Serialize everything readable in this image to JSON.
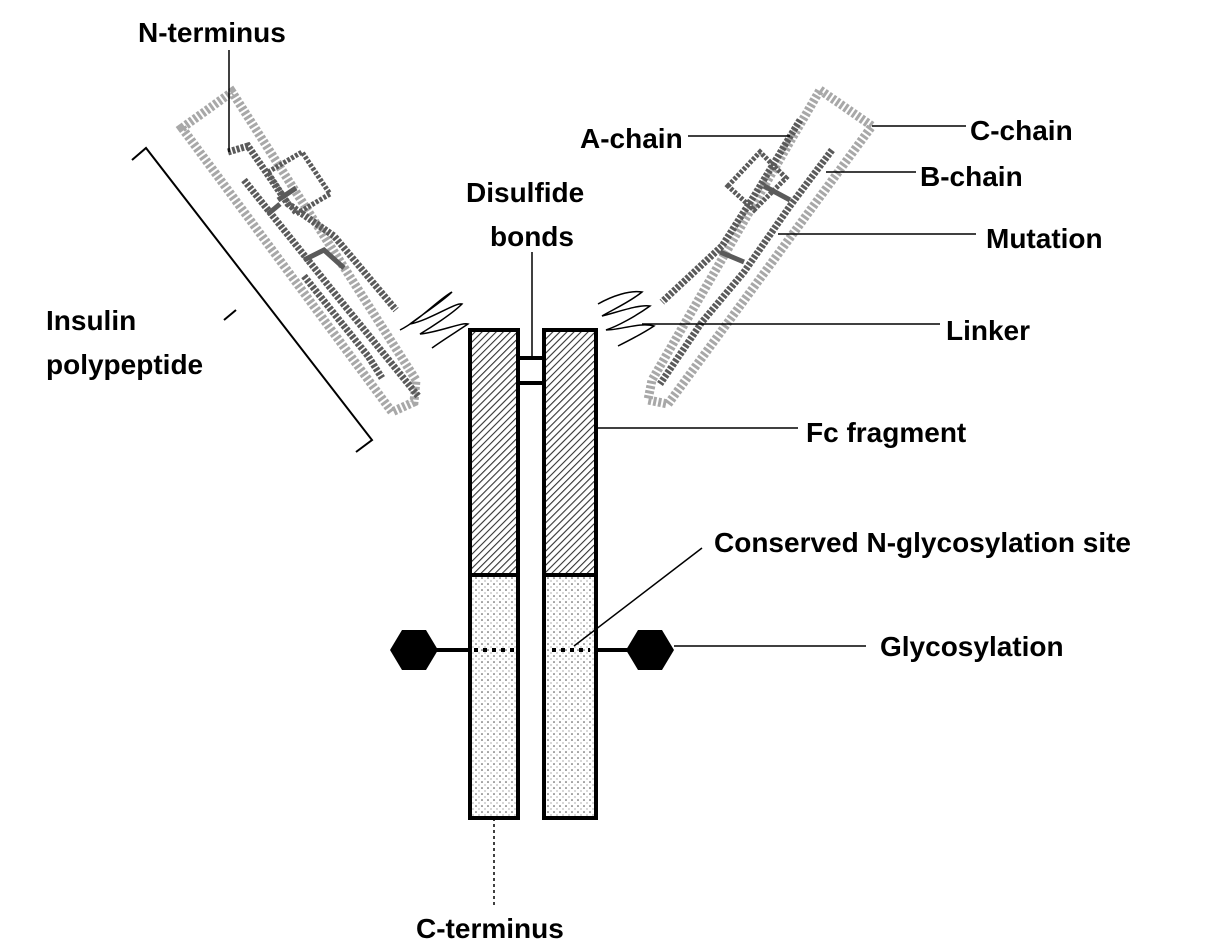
{
  "labels": {
    "n_terminus": "N-terminus",
    "a_chain": "A-chain",
    "c_chain": "C-chain",
    "b_chain": "B-chain",
    "disulfide_line1": "Disulfide",
    "disulfide_line2": "bonds",
    "mutation": "Mutation",
    "insulin_line1": "Insulin",
    "insulin_line2": "polypeptide",
    "linker": "Linker",
    "fc_fragment": "Fc fragment",
    "glyco_site": "Conserved N-glycosylation site",
    "glycosylation": "Glycosylation",
    "c_terminus": "C-terminus"
  },
  "colors": {
    "ink": "#000000",
    "chain_gray": "#5a5a5a",
    "c_chain_gray": "#a8a8a8",
    "background": "#ffffff"
  }
}
